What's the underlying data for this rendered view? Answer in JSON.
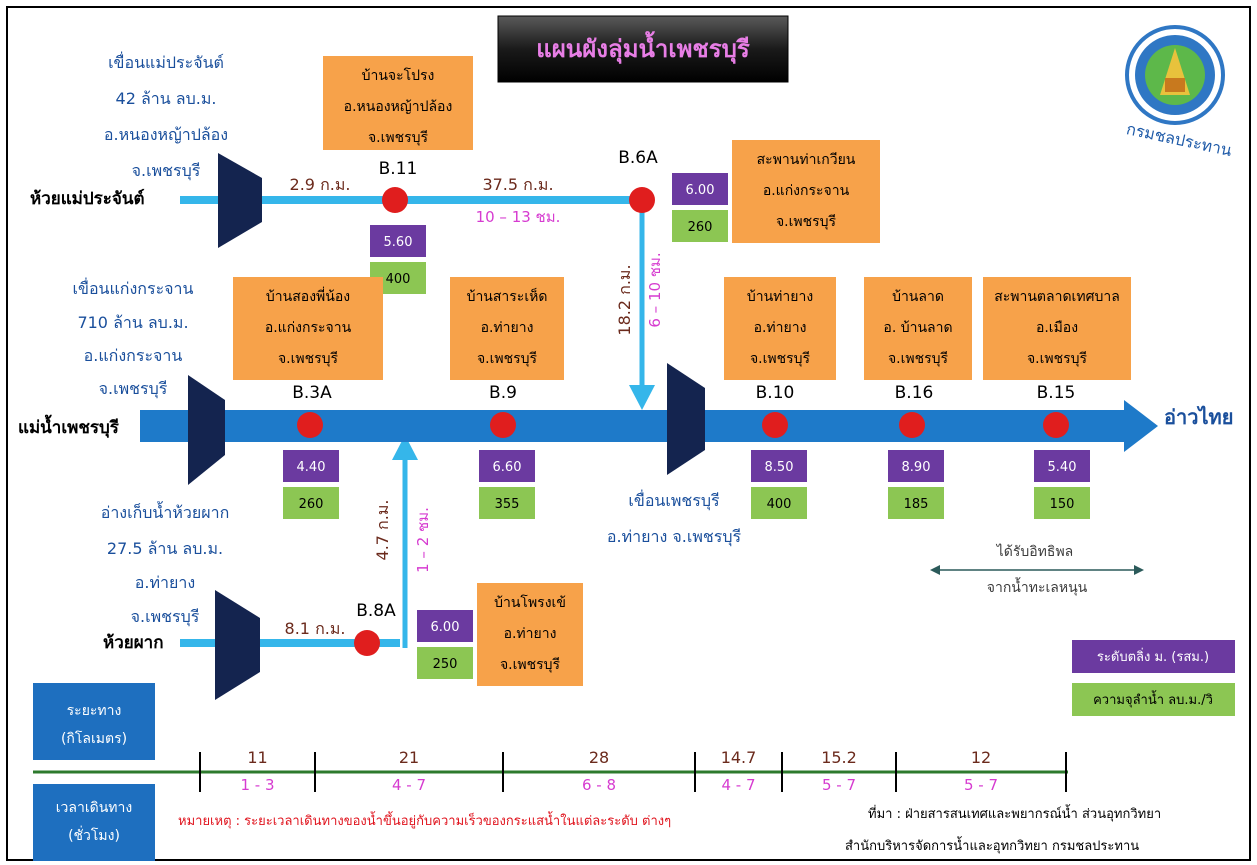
{
  "title": "แผนผังลุ่มน้ำเพชรบุรี",
  "logo_text": "กรมชลประทาน",
  "colors": {
    "river": "#1e7ac9",
    "stream": "#35b6ea",
    "dam": "#14244f",
    "station": "#e01e1e",
    "orange_box": "#f7a24a",
    "purple_box": "#6b3aa0",
    "green_box": "#8cc653",
    "blue_box": "#1e6fbf",
    "timeline": "#2d7a2d"
  },
  "rivers": {
    "main": "แม่น้ำเพชรบุรี",
    "sea": "อ่าวไทย",
    "upper": "ห้วยแม่ประจันต์",
    "lower": "ห้วยผาก"
  },
  "dams": {
    "mae_prachan": [
      "เขื่อนแม่ประจันต์",
      "42 ล้าน ลบ.ม.",
      "อ.หนองหญ้าปล้อง",
      "จ.เพชรบุรี"
    ],
    "kaeng_krachan": [
      "เขื่อนแก่งกระจาน",
      "710 ล้าน ลบ.ม.",
      "อ.แก่งกระจาน",
      "จ.เพชรบุรี"
    ],
    "huai_phak": [
      "อ่างเก็บน้ำห้วยผาก",
      "27.5 ล้าน ลบ.ม.",
      "อ.ท่ายาง",
      "จ.เพชรบุรี"
    ],
    "phetchaburi": [
      "เขื่อนเพชรบุรี",
      "อ.ท่ายาง จ.เพชรบุรี"
    ]
  },
  "segments": {
    "upper_a": "2.9 ก.ม.",
    "upper_b": "37.5 ก.ม.",
    "upper_b_time": "10 – 13 ชม.",
    "down_dist": "18.2 ก.ม.",
    "down_time": "6 – 10 ชม.",
    "lower_a": "8.1 ก.ม.",
    "up_dist": "4.7 ก.ม.",
    "up_time": "1 – 2 ชม."
  },
  "stations": [
    {
      "id": "B.11",
      "loc": [
        "บ้านจะโปรง",
        "อ.หนองหญ้าปล้อง",
        "จ.เพชรบุรี"
      ],
      "level": "5.60",
      "capacity": "400"
    },
    {
      "id": "B.6A",
      "loc": [
        "สะพานท่าเกวียน",
        "อ.แก่งกระจาน",
        "จ.เพชรบุรี"
      ],
      "level": "6.00",
      "capacity": "260"
    },
    {
      "id": "B.3A",
      "loc": [
        "บ้านสองพี่น้อง",
        "อ.แก่งกระจาน",
        "จ.เพชรบุรี"
      ],
      "level": "4.40",
      "capacity": "260"
    },
    {
      "id": "B.9",
      "loc": [
        "บ้านสาระเห็ด",
        "อ.ท่ายาง",
        "จ.เพชรบุรี"
      ],
      "level": "6.60",
      "capacity": "355"
    },
    {
      "id": "B.10",
      "loc": [
        "บ้านท่ายาง",
        "อ.ท่ายาง",
        "จ.เพชรบุรี"
      ],
      "level": "8.50",
      "capacity": "400"
    },
    {
      "id": "B.16",
      "loc": [
        "บ้านลาด",
        "อ. บ้านลาด",
        "จ.เพชรบุรี"
      ],
      "level": "8.90",
      "capacity": "185"
    },
    {
      "id": "B.15",
      "loc": [
        "สะพานตลาดเทศบาล",
        "อ.เมือง",
        "จ.เพชรบุรี"
      ],
      "level": "5.40",
      "capacity": "150"
    },
    {
      "id": "B.8A",
      "loc": [
        "บ้านโพรงเข้",
        "อ.ท่ายาง",
        "จ.เพชรบุรี"
      ],
      "level": "6.00",
      "capacity": "250"
    }
  ],
  "tide": [
    "ได้รับอิทธิพล",
    "จากน้ำทะเลหนุน"
  ],
  "legend": {
    "level": "ระดับตลิ่ง ม. (รสม.)",
    "capacity": "ความจุลำน้ำ ลบ.ม./วิ"
  },
  "distance_box": [
    "ระยะทาง",
    "(กิโลเมตร)"
  ],
  "time_box": [
    "เวลาเดินทาง",
    "(ชั่วโมง)"
  ],
  "timeline": {
    "distances": [
      "11",
      "21",
      "28",
      "14.7",
      "15.2",
      "12"
    ],
    "times": [
      "1 - 3",
      "4 - 7",
      "6 - 8",
      "4 - 7",
      "5 - 7",
      "5 - 7"
    ]
  },
  "note": "หมายเหตุ : ระยะเวลาเดินทางของน้ำขึ้นอยู่กับความเร็วของกระแสน้ำในแต่ละระดับ ต่างๆ",
  "source": [
    "ที่มา : ฝ่ายสารสนเทศและพยากรณ์น้ำ ส่วนอุทกวิทยา",
    "สำนักบริหารจัดการน้ำและอุทกวิทยา กรมชลประทาน"
  ]
}
